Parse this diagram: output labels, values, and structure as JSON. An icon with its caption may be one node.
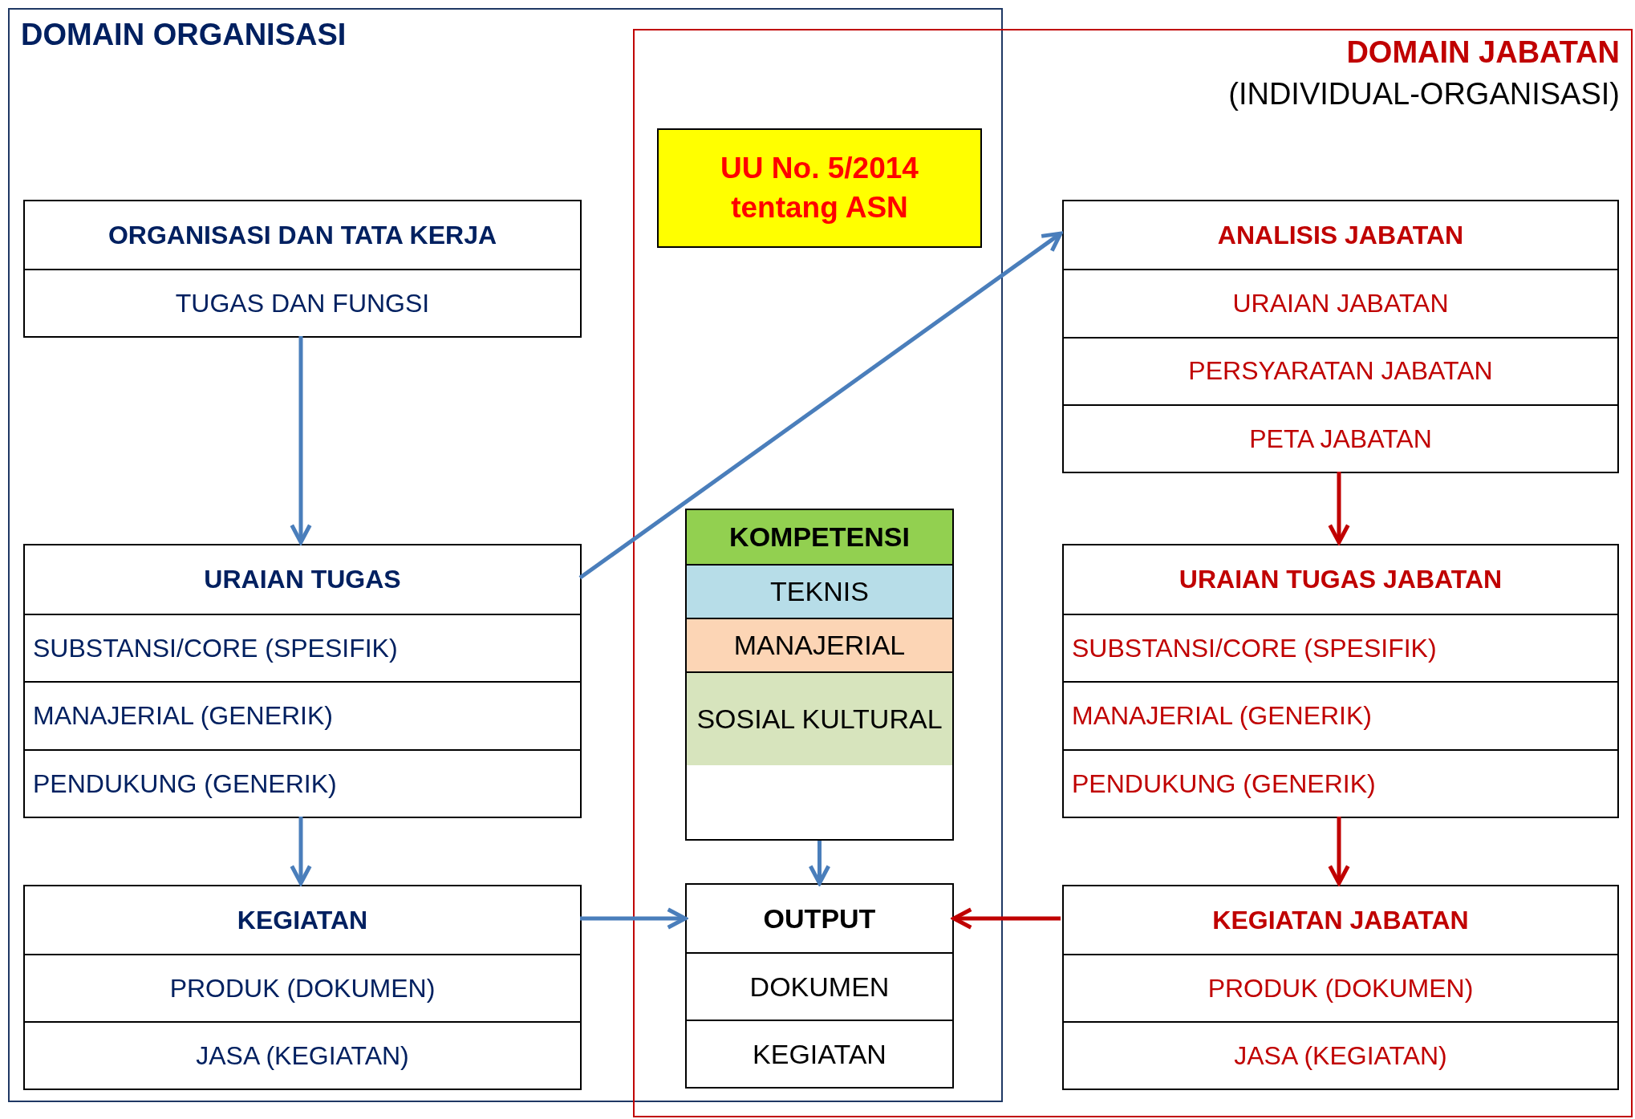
{
  "diagram": {
    "nodes": [
      {
        "text": [
          "DOMAIN ORGANISASI"
        ]
      },
      {
        "text": [
          "DOMAIN JABATAN",
          "(INDIVIDUAL-ORGANISASI)"
        ]
      },
      {
        "text": [
          "ORGANISASI DAN TATA KERJA",
          "TUGAS DAN FUNGSI"
        ],
        "in": 0
      },
      {
        "text": [
          "URAIAN TUGAS",
          "SUBSTANSI/CORE (SPESIFIK)",
          "MANAJERIAL (GENERIK)",
          "PENDUKUNG (GENERIK)"
        ],
        "in": 0
      },
      {
        "text": [
          "KEGIATAN",
          "PRODUK (DOKUMEN)",
          "JASA (KEGIATAN)"
        ],
        "in": 0
      },
      {
        "text": [
          "UU No. 5/2014 tentang ASN"
        ]
      },
      {
        "text": [
          "KOMPETENSI",
          "TEKNIS",
          "MANAJERIAL",
          "SOSIAL KULTURAL"
        ]
      },
      {
        "text": [
          "OUTPUT",
          "DOKUMEN",
          "KEGIATAN"
        ]
      },
      {
        "text": [
          "ANALISIS JABATAN",
          "URAIAN JABATAN",
          "PERSYARATAN JABATAN",
          "PETA JABATAN"
        ],
        "in": 1
      },
      {
        "text": [
          "URAIAN TUGAS JABATAN",
          "SUBSTANSI/CORE (SPESIFIK)",
          "MANAJERIAL (GENERIK)",
          "PENDUKUNG (GENERIK)"
        ],
        "in": 1
      },
      {
        "text": [
          "KEGIATAN JABATAN",
          "PRODUK (DOKUMEN)",
          "JASA (KEGIATAN)"
        ],
        "in": 1
      }
    ],
    "edges": [
      {
        "from": 2,
        "to": 3,
        "arrow": "to"
      },
      {
        "from": 3,
        "to": 8,
        "arrow": "to"
      },
      {
        "from": 3,
        "to": 4,
        "arrow": "to"
      },
      {
        "from": 4,
        "to": 7,
        "arrow": "to"
      },
      {
        "from": 6,
        "to": 7,
        "arrow": "to"
      },
      {
        "from": 8,
        "to": 9,
        "arrow": "to",
        "color": "#c00000"
      },
      {
        "from": 9,
        "to": 10,
        "arrow": "to",
        "color": "#c00000"
      },
      {
        "from": 10,
        "to": 7,
        "arrow": "to",
        "color": "#c00000"
      }
    ]
  }
}
